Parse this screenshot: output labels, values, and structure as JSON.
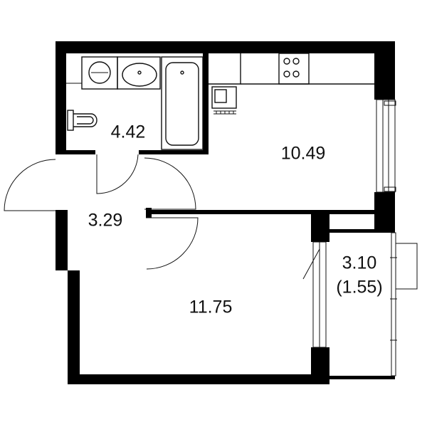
{
  "plan": {
    "rooms": {
      "bathroom": {
        "area": "4.42"
      },
      "kitchen": {
        "area": "10.49"
      },
      "hall": {
        "area": "3.29"
      },
      "bedroom": {
        "area": "11.75"
      },
      "balcony": {
        "area": "3.10",
        "area_reduced": "(1.55)"
      }
    },
    "colors": {
      "wall": "#000000",
      "line": "#111111",
      "background": "#ffffff"
    }
  }
}
